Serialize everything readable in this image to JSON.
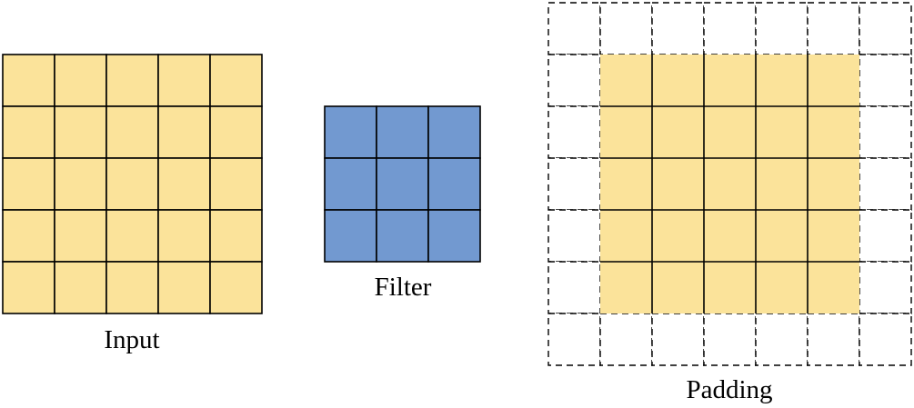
{
  "labels": {
    "input": "Input",
    "filter": "Filter",
    "padding": "Padding"
  },
  "grids": {
    "input": {
      "rows": 5,
      "cols": 5
    },
    "filter": {
      "rows": 3,
      "cols": 3
    },
    "padding": {
      "rows": 7,
      "cols": 7,
      "pad": 1
    }
  },
  "colors": {
    "input_fill": "#fbe39a",
    "filter_fill": "#7299d0",
    "padding_fill": "#ffffff",
    "stroke": "#000000"
  }
}
